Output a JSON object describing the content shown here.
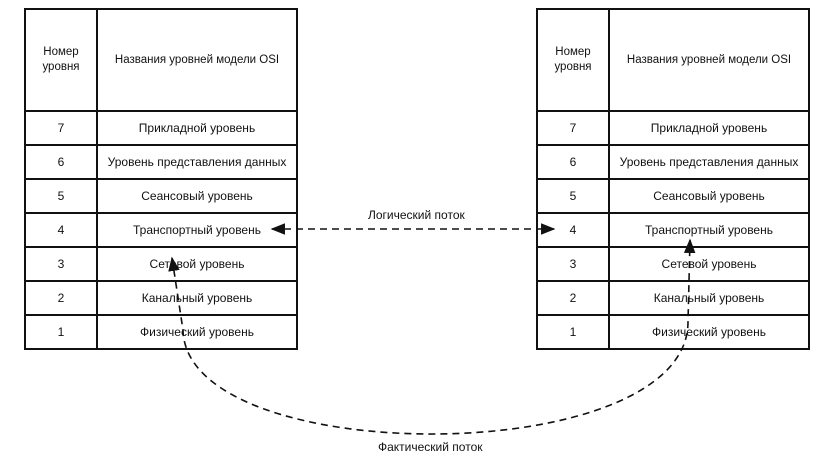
{
  "header": {
    "num_col": "Номер уровня",
    "name_col": "Названия уровней модели OSI"
  },
  "layers": [
    {
      "num": "7",
      "name": "Прикладной уровень"
    },
    {
      "num": "6",
      "name": "Уровень представления данных"
    },
    {
      "num": "5",
      "name": "Сеансовый уровень"
    },
    {
      "num": "4",
      "name": "Транспортный уровень"
    },
    {
      "num": "3",
      "name": "Сетевой уровень"
    },
    {
      "num": "2",
      "name": "Канальный уровень"
    },
    {
      "num": "1",
      "name": "Физический уровень"
    }
  ],
  "flows": {
    "logical": "Логический поток",
    "physical": "Фактический поток"
  }
}
